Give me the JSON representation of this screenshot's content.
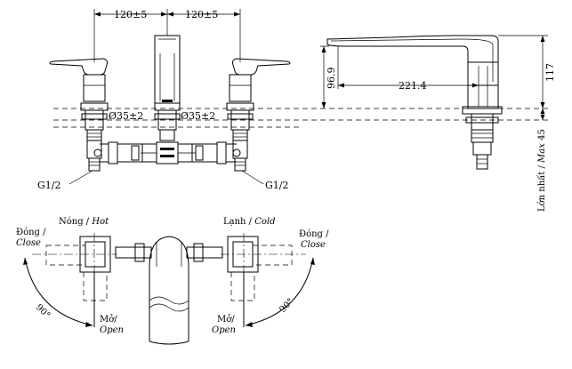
{
  "front_view": {
    "dim_left": "120±5",
    "dim_right": "120±5",
    "dia_left": "Ø35±2",
    "dia_right": "Ø35±2",
    "thread_left": "G1/2",
    "thread_right": "G1/2"
  },
  "side_view": {
    "dim_height": "96.9",
    "dim_reach": "221.4",
    "dim_total": "117",
    "max_label_vi": "Lớn nhất /",
    "max_label_en": "Max",
    "max_value": "45"
  },
  "top_view": {
    "hot_vi": "Nóng /",
    "hot_en": "Hot",
    "cold_vi": "Lạnh /",
    "cold_en": "Cold",
    "close_vi_left": "Đóng /",
    "close_en_left": "Close",
    "close_vi_right": "Đóng /",
    "close_en_right": "Close",
    "open_vi_left": "Mở/",
    "open_en_left": "Open",
    "open_vi_right": "Mở/",
    "open_en_right": "Open",
    "angle_left": "90°",
    "angle_right": "90°"
  }
}
